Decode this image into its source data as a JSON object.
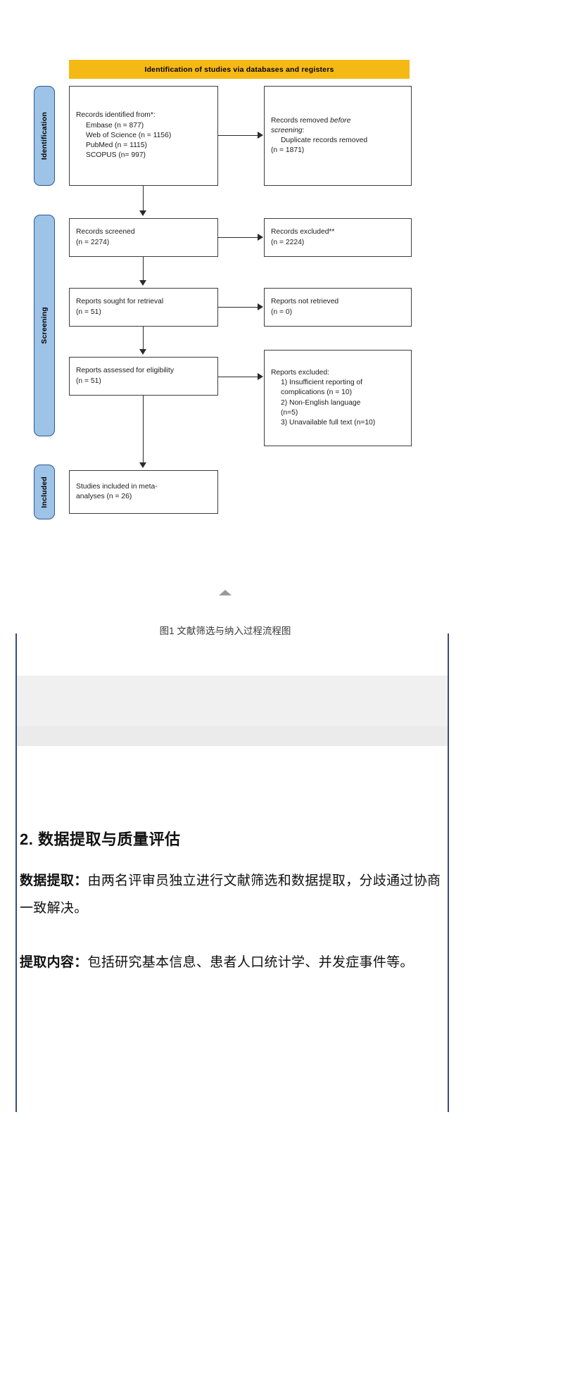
{
  "figure": {
    "banner": "Identification of studies via databases and registers",
    "stages": {
      "identification": "Identification",
      "screening": "Screening",
      "included": "Included"
    },
    "boxes": {
      "identified": {
        "title": "Records identified from*:",
        "items": [
          "Embase (n = 877)",
          "Web of Science (n = 1156)",
          "PubMed (n = 1115)",
          "SCOPUS (n= 997)"
        ]
      },
      "removed": {
        "line1": "Records removed ",
        "line1_italic": "before",
        "line2_italic": "screening",
        "line2_tail": ":",
        "item": "Duplicate records removed",
        "count": "(n = 1871)"
      },
      "screened": {
        "title": "Records screened",
        "count": "(n = 2274)"
      },
      "excluded": {
        "title": "Records excluded**",
        "count": "(n = 2224)"
      },
      "sought": {
        "title": "Reports sought for retrieval",
        "count": "(n = 51)"
      },
      "not_retrieved": {
        "title": "Reports not retrieved",
        "count": "(n = 0)"
      },
      "assessed": {
        "title": "Reports assessed for eligibility",
        "count": "(n = 51)"
      },
      "reports_excluded": {
        "title": "Reports excluded:",
        "items": [
          "1) Insufficient reporting of",
          "complications (n = 10)",
          "2) Non-English language",
          "(n=5)",
          "3) Unavailable full text (n=10)"
        ]
      },
      "included": {
        "line1": "Studies included in meta-",
        "line2": "analyses (n = 26)"
      }
    },
    "caption": "图1   文献筛选与纳入过程流程图"
  },
  "article": {
    "heading": "2. 数据提取与质量评估",
    "paragraph1_label": "数据提取：",
    "paragraph1_text": "由两名评审员独立进行文献筛选和数据提取，分歧通过协商一致解决。",
    "paragraph2_label": "提取内容：",
    "paragraph2_text": "包括研究基本信息、患者人口统计学、并发症事件等。"
  },
  "colors": {
    "banner": "#f5b916",
    "stage_fill": "#9dc3e6",
    "stage_border": "#2f5597",
    "box_border": "#3c3c3c",
    "rule": "#3b4a7a"
  }
}
